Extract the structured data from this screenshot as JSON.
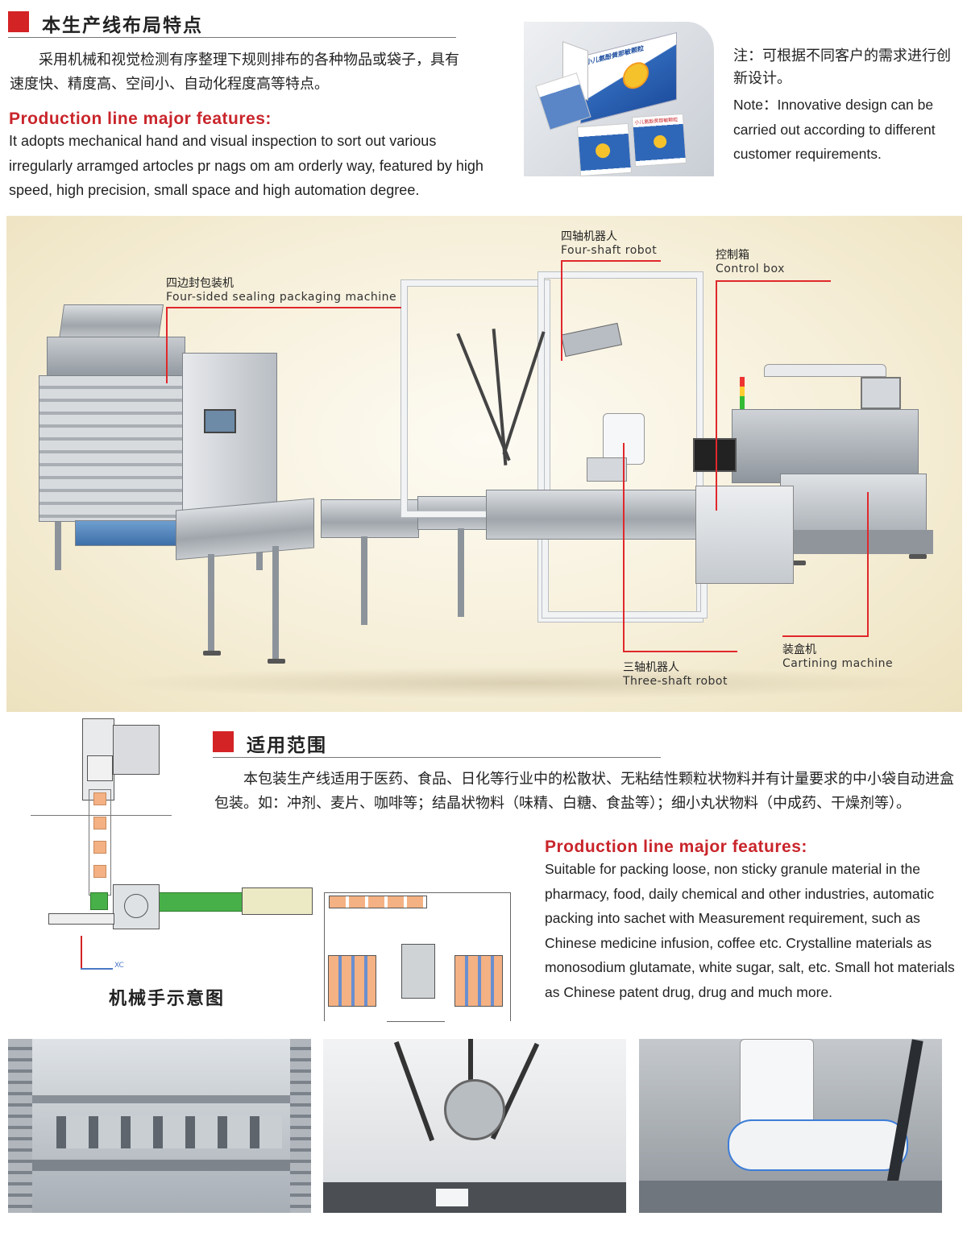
{
  "layout_section": {
    "title_cn": "本生产线布局特点",
    "body_cn": "采用机械和视觉检测有序整理下规则排布的各种物品或袋子，具有速度快、精度高、空间小、自动化程度高等特点。",
    "heading_en": "Production line major features:",
    "body_en": "It adopts mechanical hand and visual inspection to sort out various irregularly arramged artocles pr nags om am orderly way, featured by high speed, high precision, small space and high automation degree."
  },
  "note": {
    "cn": "注：可根据不同客户的需求进行创新设计。",
    "en": "Note：Innovative design can be carried out according to different customer requirements."
  },
  "product_box": {
    "label": "小儿氨酚黄那敏颗粒",
    "sachet_label": "小儿氨酚黄那敏颗粒"
  },
  "callouts": {
    "four_sided": {
      "cn": "四边封包装机",
      "en": "Four-sided sealing packaging machine"
    },
    "four_shaft": {
      "cn": "四轴机器人",
      "en": "Four-shaft robot"
    },
    "control_box": {
      "cn": "控制箱",
      "en": "Control box"
    },
    "cartoning": {
      "cn": "装盒机",
      "en": "Cartining machine"
    },
    "three_shaft": {
      "cn": "三轴机器人",
      "en": "Three-shaft robot"
    }
  },
  "scope_section": {
    "title_cn": "适用范围",
    "body_cn": "本包装生产线适用于医药、食品、日化等行业中的松散状、无粘结性颗粒状物料并有计量要求的中小袋自动进盒包装。如：冲剂、麦片、咖啡等；结晶状物料（味精、白糖、食盐等）；细小丸状物料（中成药、干燥剂等）。",
    "heading_en": "Production line major features:",
    "body_en": "Suitable for packing loose, non sticky granule material in the pharmacy, food, daily chemical and other industries, automatic packing into sachet with Measurement requirement, such as Chinese medicine infusion, coffee etc. Crystalline materials as monosodium  glutamate, white sugar, salt, etc. Small hot materials as Chinese patent drug, drug and much more."
  },
  "schematic": {
    "caption": "机械手示意图",
    "axis_label": "XC"
  },
  "colors": {
    "accent_red": "#d42325",
    "heading_red": "#c9252b",
    "panel_bg": "#f3ecd6",
    "schematic_green": "#48b048",
    "schematic_orange": "#f4b183"
  }
}
